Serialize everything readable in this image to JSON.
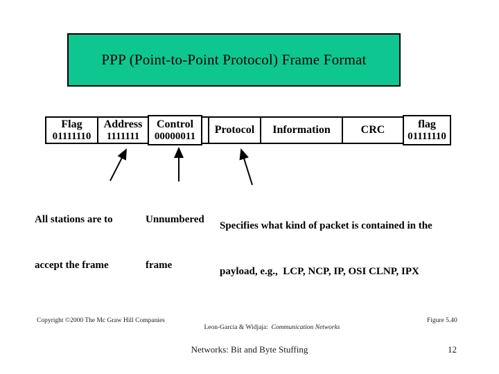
{
  "colors": {
    "title_background": "#0ec690",
    "line_and_text": "#000000"
  },
  "title": "PPP (Point-to-Point Protocol) Frame Format",
  "frame": {
    "fields": [
      {
        "label": "Flag",
        "value": "01111110"
      },
      {
        "label": "Address",
        "value": "1111111"
      },
      {
        "label": "Control",
        "value": "00000011"
      },
      {
        "label": "Protocol",
        "value": ""
      },
      {
        "label": "Information",
        "value": ""
      },
      {
        "label": "CRC",
        "value": ""
      },
      {
        "label": "flag",
        "value": "01111110"
      }
    ]
  },
  "annotations": {
    "address_note": {
      "line1": "All stations are to",
      "line2": "accept the frame"
    },
    "control_note": {
      "line1": "Unnumbered",
      "line2": "frame"
    },
    "protocol_note": {
      "line1": "Specifies what kind of packet is contained in the",
      "line2": "payload, e.g.,  LCP, NCP, IP, OSI CLNP, IPX"
    }
  },
  "footer": {
    "copyright": "Copyright ©2000 The Mc Graw Hill Companies",
    "citation_authors": "Leon-Garcia & Widjaja:  ",
    "citation_book": "Communication Networks",
    "figure_label": "Figure 5.40",
    "slide_topic": "Networks: Bit and Byte Stuffing",
    "page_number": "12"
  }
}
